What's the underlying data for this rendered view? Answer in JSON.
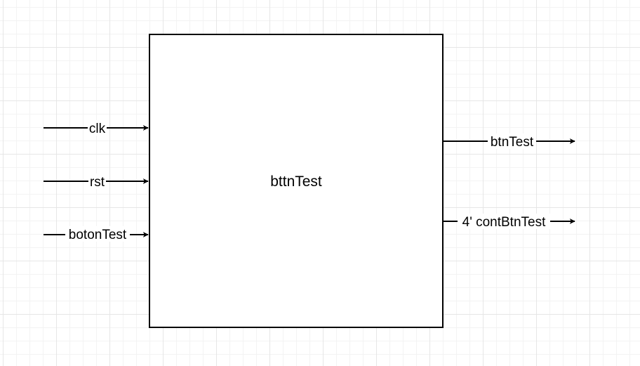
{
  "block": {
    "name": "bttnTest"
  },
  "inputs": [
    {
      "label": "clk"
    },
    {
      "label": "rst"
    },
    {
      "label": "botonTest"
    }
  ],
  "outputs": [
    {
      "label": "btnTest"
    },
    {
      "label": "4' contBtnTest"
    }
  ],
  "colors": {
    "line": "#000000",
    "grid_major": "#e6e6e6",
    "grid_minor": "#f3f3f3",
    "background": "#ffffff"
  }
}
